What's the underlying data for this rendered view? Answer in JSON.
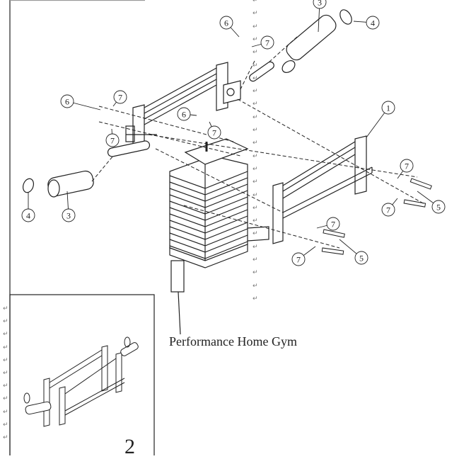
{
  "document": {
    "caption": "Performance Home Gym",
    "inset_figure_number": "2",
    "paragraph_mark": "↵"
  },
  "callouts": [
    "3",
    "4",
    "6",
    "7",
    "6",
    "7",
    "6",
    "7",
    "7",
    "1",
    "7",
    "7",
    "5",
    "7",
    "7",
    "5",
    "4",
    "3"
  ]
}
